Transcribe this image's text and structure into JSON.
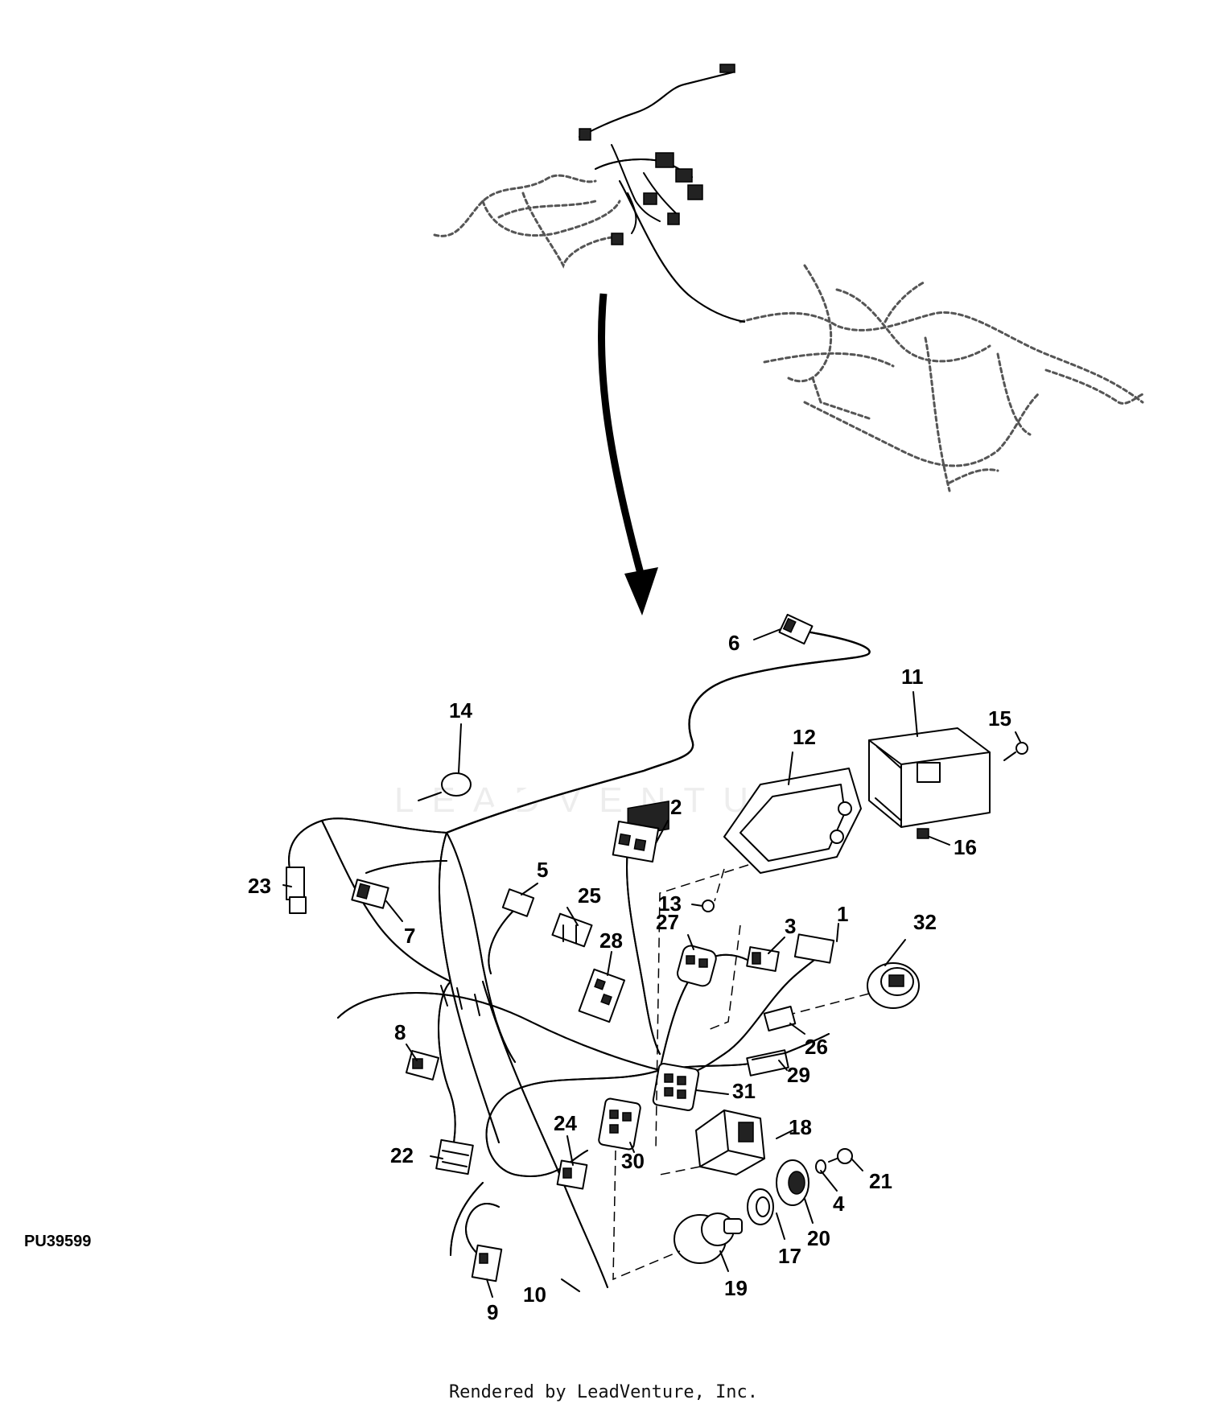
{
  "diagram": {
    "page_id": "PU39599",
    "footer": "Rendered by LeadVenture, Inc.",
    "watermark": "LEADVENTURE",
    "callouts": [
      "1",
      "2",
      "3",
      "4",
      "5",
      "6",
      "7",
      "8",
      "9",
      "10",
      "11",
      "12",
      "13",
      "14",
      "15",
      "16",
      "17",
      "18",
      "19",
      "20",
      "21",
      "22",
      "23",
      "24",
      "25",
      "26",
      "27",
      "28",
      "29",
      "30",
      "31",
      "32"
    ]
  }
}
